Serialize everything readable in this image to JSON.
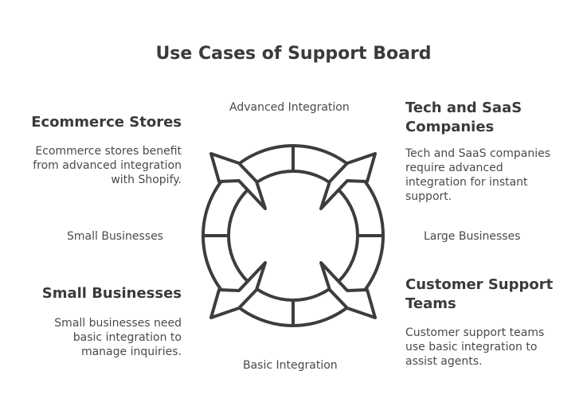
{
  "title": "Use Cases of Support Board",
  "axes": {
    "top": "Advanced Integration",
    "bottom": "Basic Integration",
    "left": "Small Businesses",
    "right": "Large Businesses"
  },
  "quadrants": {
    "top_left": {
      "heading": "Ecommerce Stores",
      "body": "Ecommerce stores benefit from advanced integration with Shopify."
    },
    "top_right": {
      "heading": "Tech and SaaS Companies",
      "body": "Tech and SaaS companies require advanced integration for instant support."
    },
    "bottom_left": {
      "heading": "Small Businesses",
      "body": "Small businesses need basic integration to manage inquiries."
    },
    "bottom_right": {
      "heading": "Customer Support Teams",
      "body": "Customer support teams use basic integration to assist agents."
    }
  },
  "colors": {
    "stroke": "#3d3d3d",
    "text": "#3a3a3a"
  }
}
